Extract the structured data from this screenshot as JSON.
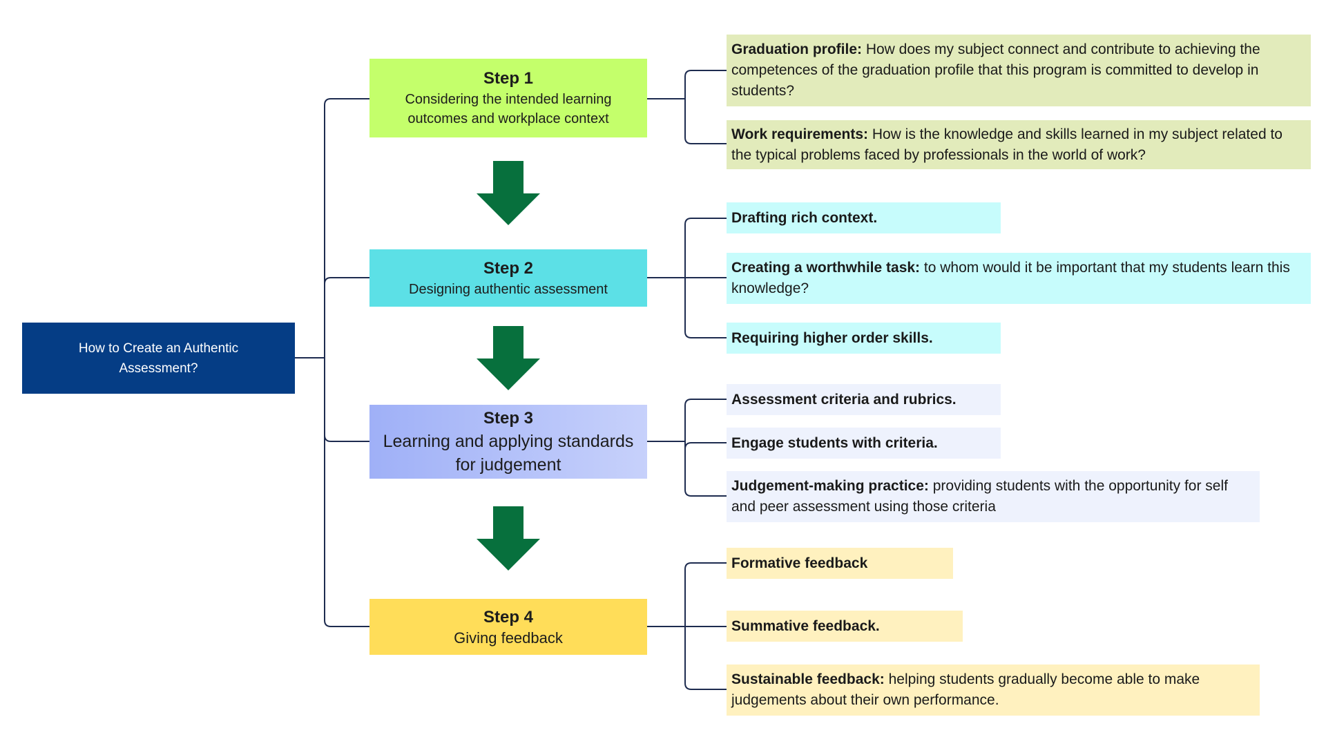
{
  "root": {
    "title": "How to Create an Authentic Assessment?"
  },
  "steps": [
    {
      "title": "Step 1",
      "desc": "Considering the intended learning outcomes and workplace context",
      "color": "#c4ff6b",
      "items": [
        {
          "label": "Graduation profile:",
          "text": " How does my subject connect and contribute to achieving the competences of the graduation profile that this program is committed to develop in students?"
        },
        {
          "label": "Work requirements:",
          "text": " How is the knowledge and skills learned in my subject related to the typical problems faced by professionals in the world of work?"
        }
      ]
    },
    {
      "title": "Step 2",
      "desc": "Designing authentic assessment",
      "color": "#5ce0e6",
      "items": [
        {
          "label": "Drafting rich context.",
          "text": ""
        },
        {
          "label": "Creating a worthwhile task:",
          "text": " to whom would it be important that my students learn this knowledge?"
        },
        {
          "label": "Requiring higher order skills.",
          "text": ""
        }
      ]
    },
    {
      "title": "Step 3",
      "desc": "Learning and applying standards for judgement",
      "color": "#aab8f8",
      "items": [
        {
          "label": "Assessment criteria and rubrics.",
          "text": ""
        },
        {
          "label": "Engage students with criteria.",
          "text": ""
        },
        {
          "label": "Judgement-making practice:",
          "text": " providing students with the opportunity for self and peer assessment using those criteria"
        }
      ]
    },
    {
      "title": "Step 4",
      "desc": "Giving feedback",
      "color": "#ffdd59",
      "items": [
        {
          "label": "Formative feedback",
          "text": ""
        },
        {
          "label": "Summative feedback.",
          "text": ""
        },
        {
          "label": "Sustainable feedback:",
          "text": " helping students gradually become able to make judgements about their own performance."
        }
      ]
    }
  ],
  "colors": {
    "root_bg": "#053d85",
    "connector": "#1d2b4f",
    "arrow": "#07703d"
  }
}
